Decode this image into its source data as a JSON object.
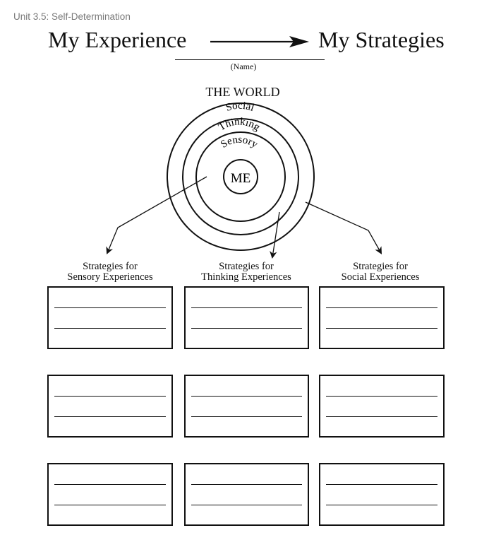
{
  "header": {
    "unit": "Unit 3.5:  Self-Determination",
    "title_left": "My Experience",
    "title_right": "My Strategies",
    "name_label": "(Name)"
  },
  "diagram": {
    "world_label": "THE WORLD",
    "rings": [
      "Social",
      "Thinking",
      "Sensory"
    ],
    "center": "ME"
  },
  "columns": [
    {
      "line1": "Strategies for",
      "line2": "Sensory Experiences"
    },
    {
      "line1": "Strategies for",
      "line2": "Thinking Experiences"
    },
    {
      "line1": "Strategies for",
      "line2": "Social Experiences"
    }
  ]
}
